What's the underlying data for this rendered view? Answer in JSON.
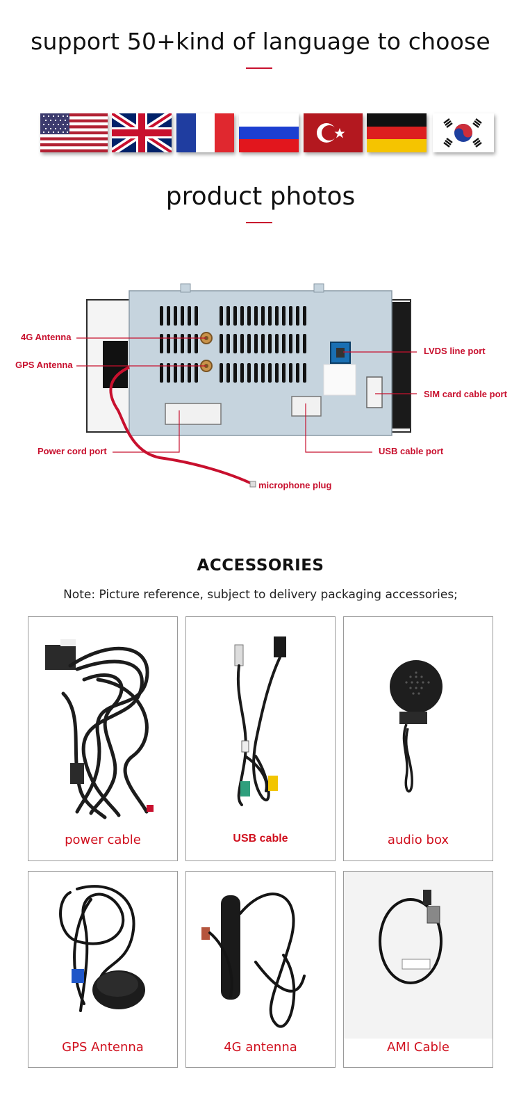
{
  "languages": {
    "title": "support 50+kind of language to choose",
    "flags": [
      "usa-flag-icon",
      "uk-flag-icon",
      "france-flag-icon",
      "russia-flag-icon",
      "turkey-flag-icon",
      "germany-flag-icon",
      "korea-flag-icon"
    ]
  },
  "photos": {
    "title": "product photos",
    "callouts": {
      "antenna_4g": "4G Antenna",
      "gps_antenna": "GPS Antenna",
      "power_cord": "Power cord port",
      "microphone": "microphone plug",
      "lvds": "LVDS line port",
      "sim": "SIM card cable port",
      "usb_port": "USB cable port"
    }
  },
  "accessories": {
    "title": "ACCESSORIES",
    "note": "Note: Picture reference, subject to delivery packaging accessories;",
    "items": [
      {
        "label": "power cable",
        "icon": "power-cable-icon"
      },
      {
        "label": "USB cable",
        "icon": "usb-cable-icon"
      },
      {
        "label": "audio box",
        "icon": "audio-box-icon"
      },
      {
        "label": "GPS Antenna",
        "icon": "gps-antenna-icon"
      },
      {
        "label": "4G antenna",
        "icon": "4g-antenna-icon"
      },
      {
        "label": "AMI Cable",
        "icon": "ami-cable-icon"
      }
    ]
  },
  "colors": {
    "accent": "#c8102e",
    "label_red": "#d0101e"
  }
}
